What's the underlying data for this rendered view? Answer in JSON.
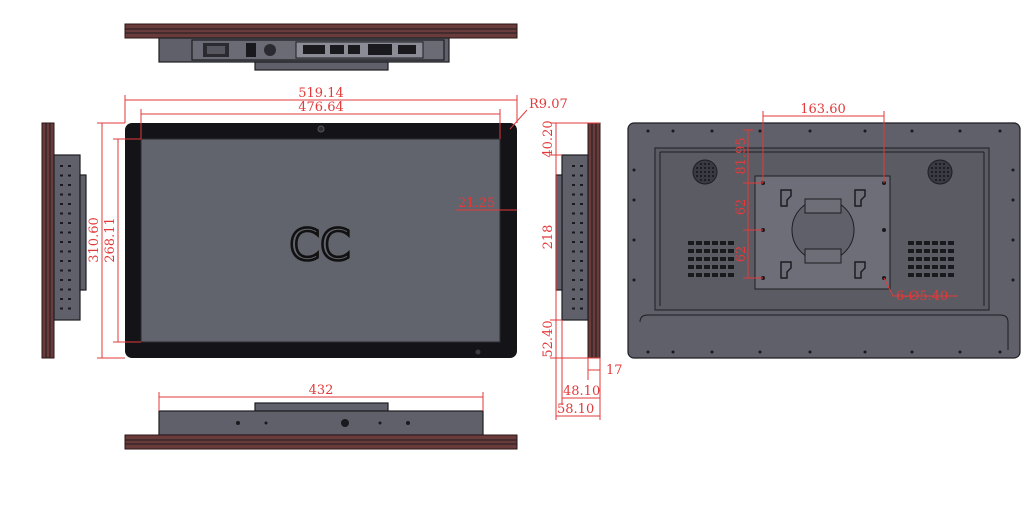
{
  "dimensions": {
    "overall_width": "519.14",
    "screen_width": "476.64",
    "corner_radius": "R9.07",
    "overall_height": "310.60",
    "screen_height": "268.11",
    "side_bezel": "21.25",
    "top_bezel": "40.20",
    "box_height": "218",
    "bottom_bezel": "52.40",
    "frame_depth": "17",
    "box_depth": "48.10",
    "total_depth": "58.10",
    "back_width": "432",
    "vesa_width": "163.60",
    "vesa_top": "81.95",
    "vesa_mid": "62",
    "vesa_low": "62",
    "mount_holes": "6-Ø5.40"
  },
  "front_logo": "CC",
  "colors": {
    "dimension": "#e23a3a",
    "body": "#5f6069",
    "bezel": "#141418",
    "frame": "#6a3b3b"
  }
}
